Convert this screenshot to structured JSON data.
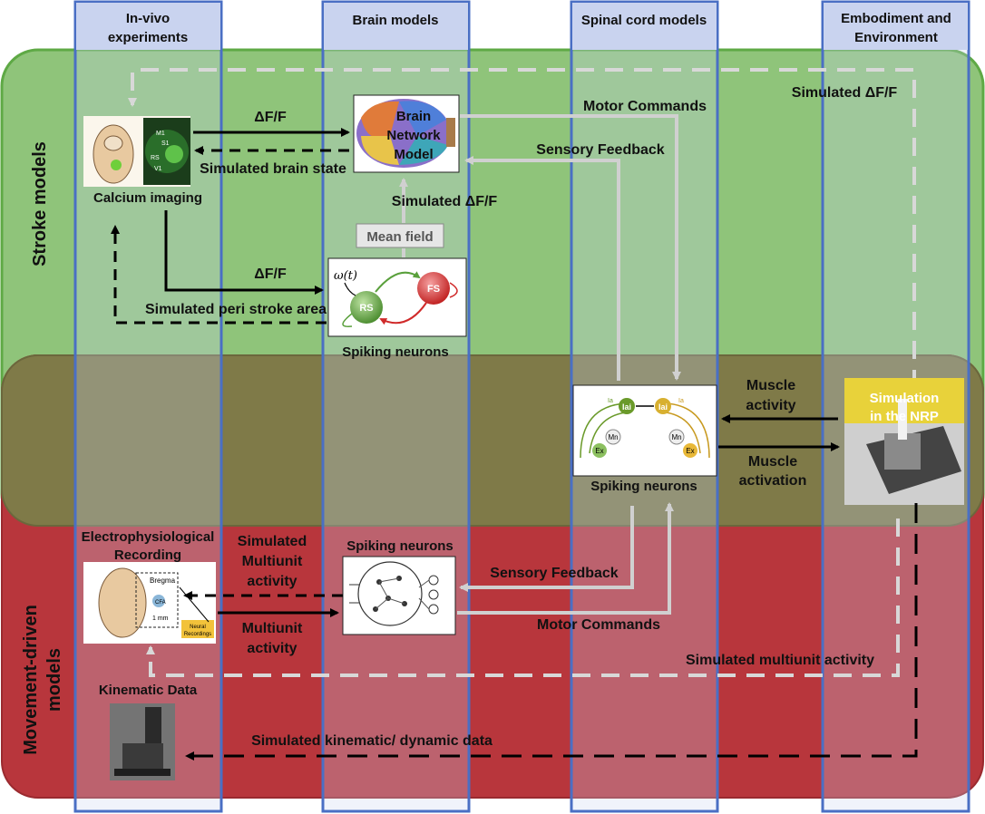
{
  "columns": {
    "in_vivo": [
      "In-vivo",
      "experiments"
    ],
    "brain_models": "Brain models",
    "spinal_cord_models": "Spinal cord models",
    "embodiment": [
      "Embodiment and",
      "Environment"
    ]
  },
  "rows": {
    "stroke": "Stroke models",
    "movement": [
      "Movement-driven",
      "models"
    ]
  },
  "nodes": {
    "calcium_imaging": "Calcium imaging",
    "brain_network_model": [
      "Brain",
      "Network",
      "Model"
    ],
    "mean_field": "Mean field",
    "spiking_neurons_brain": "Spiking neurons",
    "spiking_neurons_spinal": "Spiking neurons",
    "simulation_nrp": [
      "Simulation",
      "in the NRP"
    ],
    "electrophysiological_recording": [
      "Electrophysiological",
      "Recording"
    ],
    "spiking_neurons_movement": "Spiking neurons",
    "kinematic_data": "Kinematic Data"
  },
  "figure_text": {
    "omega": "ω(t)",
    "rs": "RS",
    "fs": "FS",
    "iai_left": "Iai",
    "iai_right": "Iai",
    "mn_left": "Mn",
    "mn_right": "Mn",
    "ex_left": "Ex",
    "ex_right": "Ex",
    "ia_left": "Ia",
    "ia_right": "Ia",
    "bregma": "Bregma",
    "cfa": "CFA",
    "scale": "1 mm",
    "neural_recordings": [
      "Neural",
      "Recordings"
    ],
    "s1": "S1",
    "m1": "M1",
    "rs_label": "RS",
    "v1": "V1"
  },
  "arrows": {
    "dff_top": "ΔF/F",
    "simulated_brain_state": "Simulated brain state",
    "simulated_dff_vertical": "Simulated ΔF/F",
    "dff_lower": "ΔF/F",
    "simulated_peri_stroke": "Simulated peri stroke area",
    "motor_commands_top": "Motor Commands",
    "sensory_feedback_top": "Sensory Feedback",
    "simulated_dff_top_right": "Simulated ΔF/F",
    "muscle_activity": [
      "Muscle",
      "activity"
    ],
    "muscle_activation": [
      "Muscle",
      "activation"
    ],
    "simulated_multiunit": [
      "Simulated",
      "Multiunit",
      "activity"
    ],
    "multiunit": [
      "Multiunit",
      "activity"
    ],
    "sensory_feedback_bottom": "Sensory Feedback",
    "motor_commands_bottom": "Motor Commands",
    "simulated_multiunit_activity": "Simulated multiunit activity",
    "simulated_kinematic": "Simulated kinematic/ dynamic data"
  },
  "colors": {
    "stroke_band": "#8fc47a",
    "overlap_band": "#7f7a48",
    "movement_band": "#b8363c",
    "column_fill": "#c9d3ef",
    "column_border": "#4a6fc4",
    "arrow_black": "#000000",
    "arrow_grey": "#d0d0d0",
    "rs_neuron": "#5aa03c",
    "fs_neuron": "#d02a2a",
    "spinal_green": "#6a9a2a",
    "spinal_gold": "#c89a20"
  }
}
